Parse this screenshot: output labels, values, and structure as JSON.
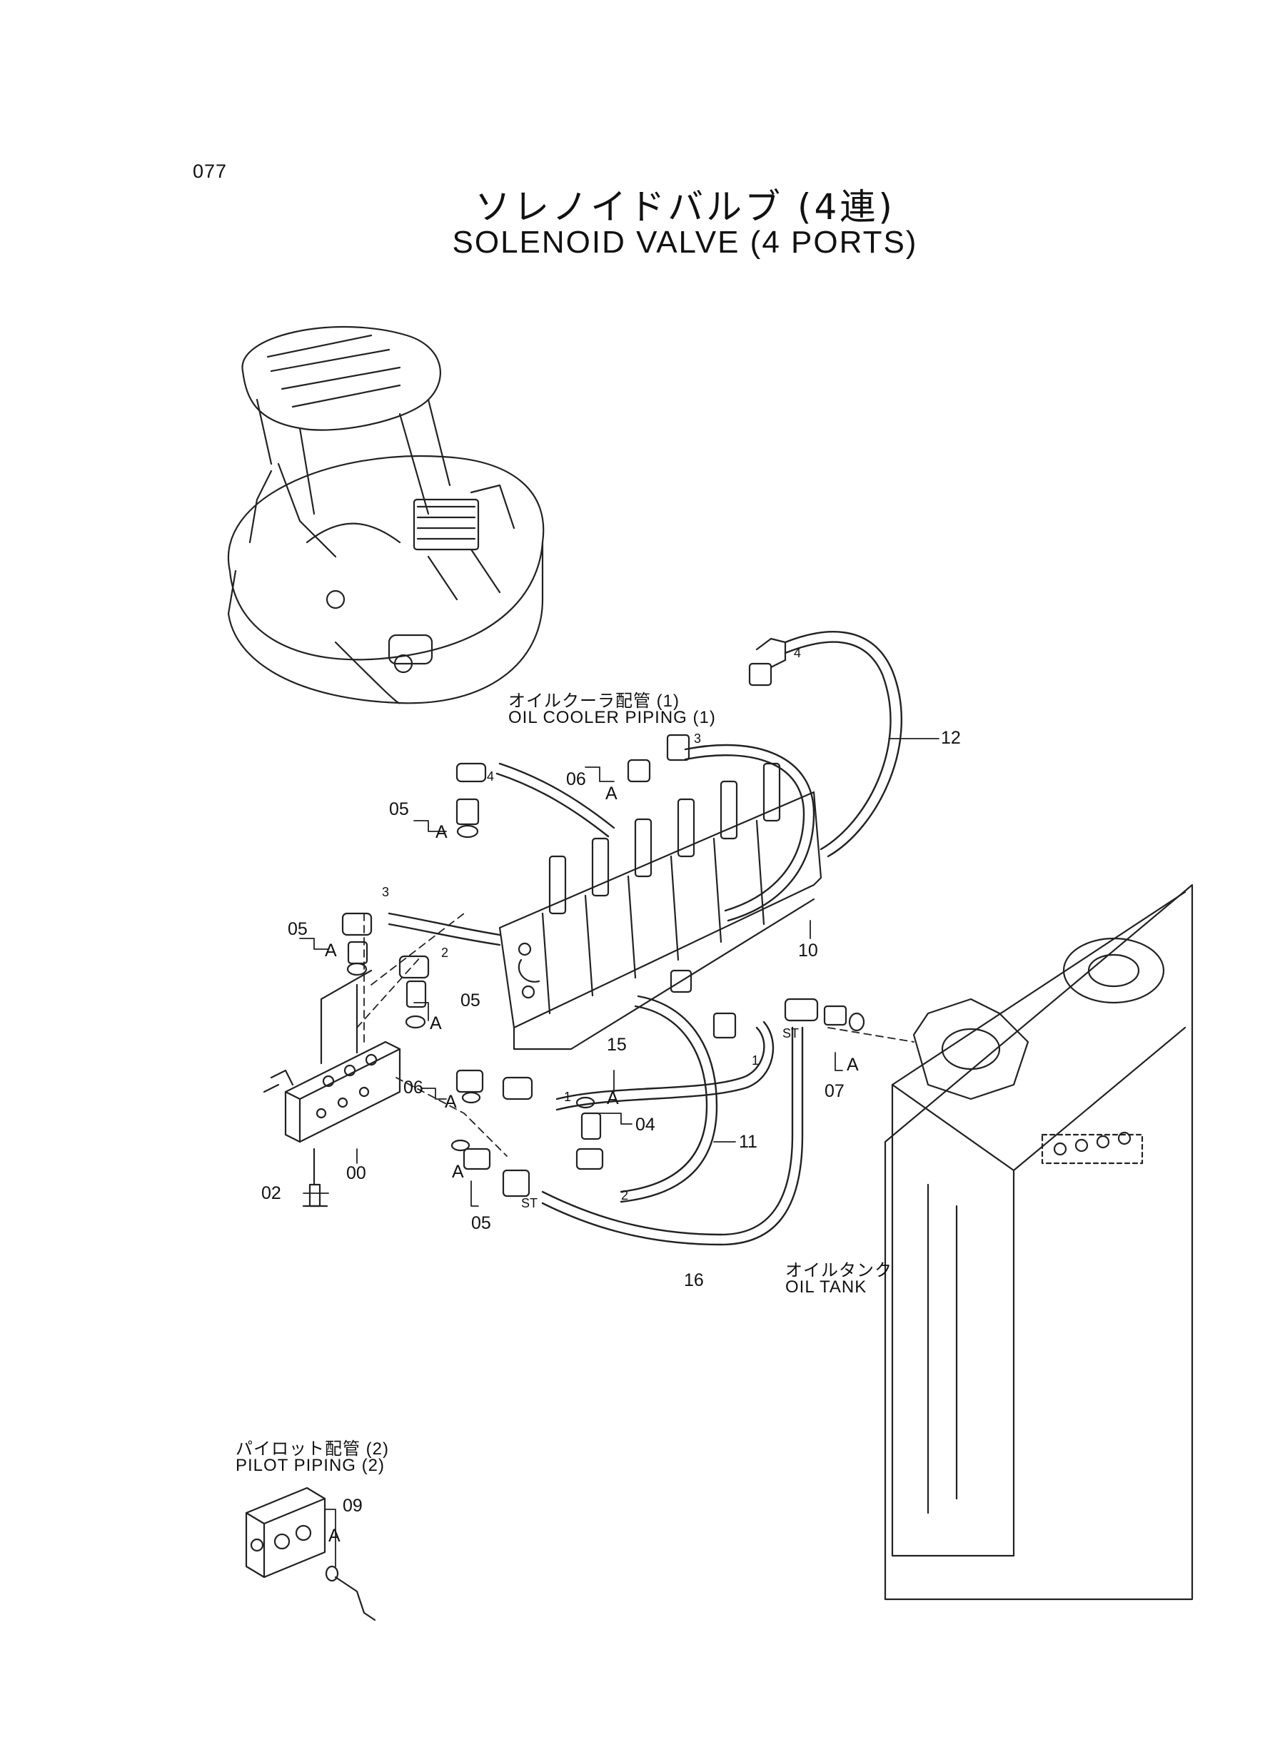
{
  "page_number": "077",
  "title": {
    "jp": "ソレノイドバルブ (4連)",
    "en": "SOLENOID VALVE (4 PORTS)"
  },
  "section_labels": {
    "oil_cooler_jp": "オイルクーラ配管 (1)",
    "oil_cooler_en": "OIL COOLER PIPING (1)",
    "oil_tank_jp": "オイルタンク",
    "oil_tank_en": "OIL TANK",
    "pilot_jp": "パイロット配管 (2)",
    "pilot_en": "PILOT PIPING (2)"
  },
  "callouts": {
    "c12": "12",
    "c10": "10",
    "c11": "11",
    "c15": "15",
    "c16": "16",
    "c00": "00",
    "c02": "02",
    "c04": "04",
    "c05a": "05",
    "c05b": "05",
    "c05c": "05",
    "c05d": "05",
    "c06a": "06",
    "c06b": "06",
    "c07": "07",
    "c09": "09",
    "a1": "A",
    "a2": "A",
    "a3": "A",
    "a4": "A",
    "a5": "A",
    "a6": "A",
    "a7": "A",
    "a8": "A",
    "a9": "A",
    "port4a": "4",
    "port4b": "4",
    "port3a": "3",
    "port3b": "3",
    "port2a": "2",
    "port2b": "2",
    "port1a": "1",
    "port1b": "1",
    "st1": "ST",
    "st2": "ST"
  }
}
